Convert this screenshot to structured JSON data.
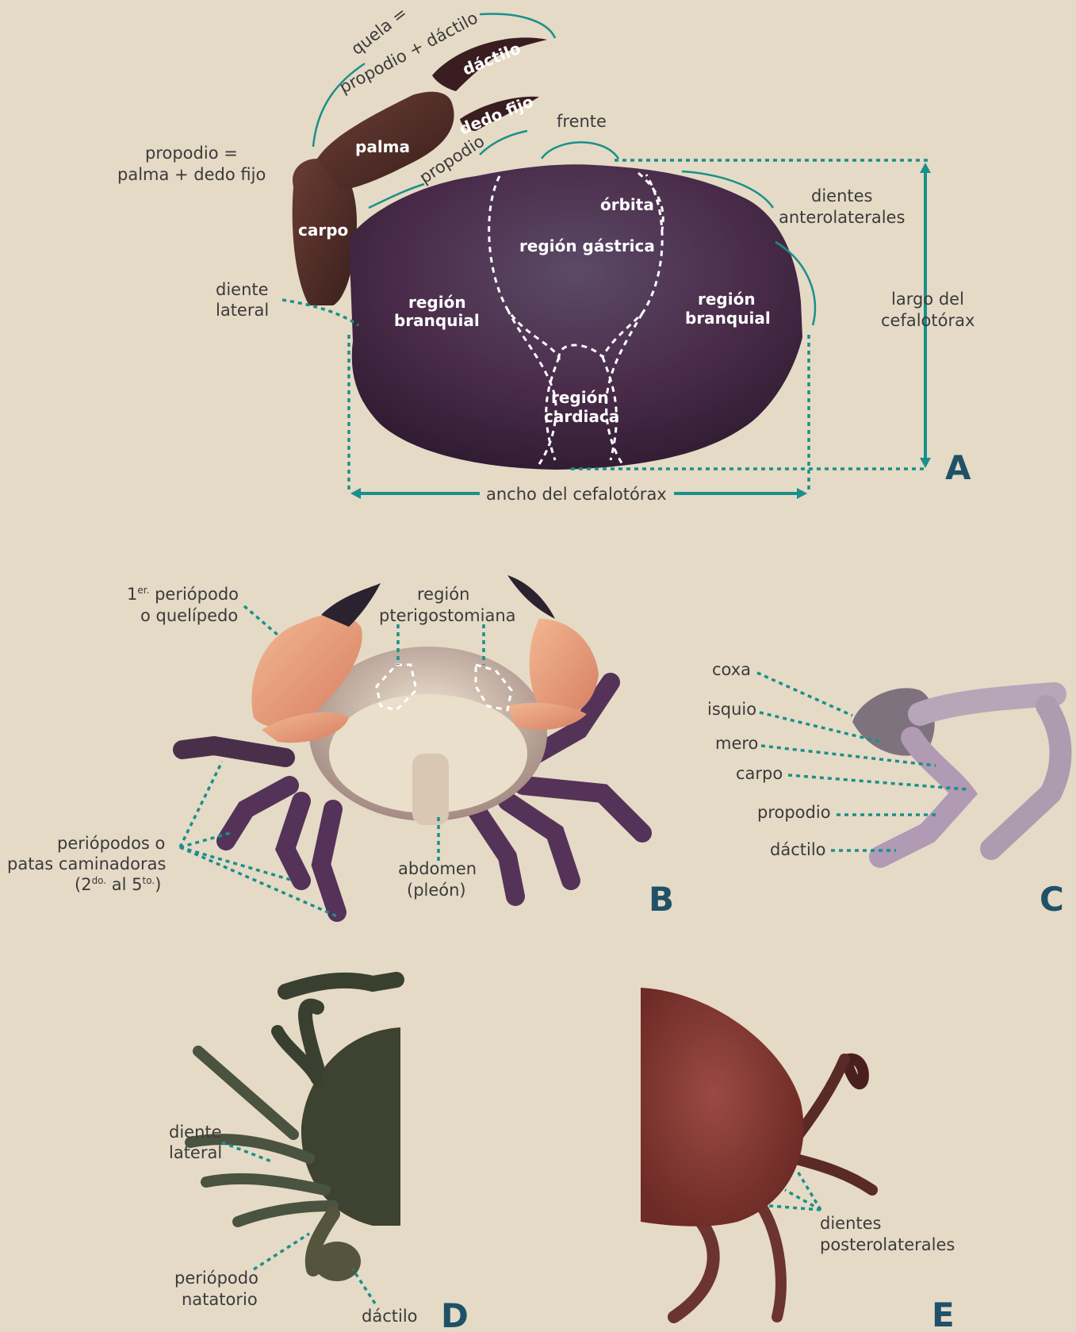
{
  "colors": {
    "background": "#e5dac6",
    "accent": "#19908a",
    "panel_letter": "#1f5168",
    "text": "#3b3b3b"
  },
  "panel_a": {
    "letter": "A",
    "quela": "quela =",
    "quela_def": "propodio + dáctilo",
    "dactilo": "dáctilo",
    "dedo_fijo": "dedo fijo",
    "palma": "palma",
    "propodio_arc": "propodio",
    "frente": "frente",
    "propodio_def_1": "propodio =",
    "propodio_def_2": "palma + dedo fijo",
    "carpo": "carpo",
    "orbita": "órbita",
    "region_gastrica": "región gástrica",
    "dientes_1": "dientes",
    "dientes_2": "anterolaterales",
    "diente_1": "diente",
    "diente_2": "lateral",
    "region": "región",
    "branquial": "branquial",
    "largo_1": "largo del",
    "largo_2": "cefalotórax",
    "cardiaca": "cardiaca",
    "ancho": "ancho del cefalotórax"
  },
  "panel_b": {
    "letter": "B",
    "perio_1_num": "1",
    "perio_1_sup": "er.",
    "perio_1_rest": " periópodo",
    "perio_2": "o quelípedo",
    "region": "región",
    "pterigo": "pterigostomiana",
    "patas_1": "periópodos o",
    "patas_2": "patas caminadoras",
    "patas_3_open": "(2",
    "patas_3_sup1": "do.",
    "patas_3_mid": " al 5",
    "patas_3_sup2": "to.",
    "patas_3_close": ")",
    "abdomen": "abdomen",
    "pleon": "(pleón)"
  },
  "panel_c": {
    "letter": "C",
    "coxa": "coxa",
    "isquio": "isquio",
    "mero": "mero",
    "carpo": "carpo",
    "propodio": "propodio",
    "dactilo": "dáctilo"
  },
  "panel_d": {
    "letter": "D",
    "diente_1": "diente",
    "diente_2": "lateral",
    "perio_1": "periópodo",
    "perio_2": "natatorio",
    "dactilo": "dáctilo"
  },
  "panel_e": {
    "letter": "E",
    "dientes_1": "dientes",
    "dientes_2": "posterolaterales"
  }
}
